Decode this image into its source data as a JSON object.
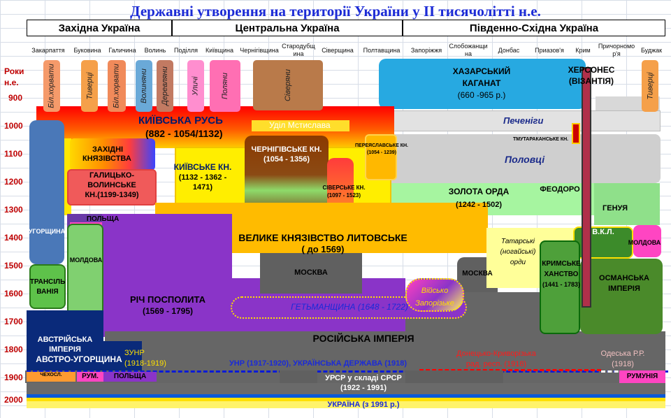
{
  "title": "Державні утворення на території України у ІІ тисячолітті н.е.",
  "regions": {
    "west": "Західна Україна",
    "central": "Центральна Україна",
    "southeast": "Південно-Східна Україна"
  },
  "subregions": [
    "Закарпаття",
    "Буковина",
    "Галичина",
    "Волинь",
    "Поділля",
    "Київщина",
    "Чернігівщина",
    "Стародубщина",
    "Сіверщина",
    "Полтавщина",
    "Запоріжжя",
    "Слобожанщина",
    "Донбас",
    "Приазов'я",
    "Крим",
    "Причорномор'я",
    "Буджак"
  ],
  "axis": {
    "title_line1": "Роки",
    "title_line2": "н.е.",
    "years": [
      "900",
      "1000",
      "1100",
      "1200",
      "1300",
      "1400",
      "1500",
      "1600",
      "1700",
      "1800",
      "1900",
      "2000"
    ]
  },
  "tribes": [
    "Біл.хорвати",
    "Тиверці",
    "Біл.хорвати",
    "Волиняни",
    "Деревляни",
    "Уличі",
    "Поляни",
    "Сіверяни",
    "Тиверці"
  ],
  "labels": {
    "kyiv_rus_1": "КИЇВСЬКА РУСЬ",
    "kyiv_rus_2": "(882 - 1054/1132)",
    "mstyslav": "Уділ Мстислава",
    "khazar_1": "ХАЗАРСЬКИЙ",
    "khazar_2": "КАГАНАТ",
    "khazar_3": "(660 -965 р.)",
    "chersonesus_1": "ХЕРСОНЕС",
    "chersonesus_2": "(ВІЗАНТІЯ)",
    "pechenegs": "Печеніги",
    "tmutarakan": "ТМУТАРАКАНСЬКЕ КН.",
    "polovtsy": "Половці",
    "west_principalities_1": "ЗАХІДНІ",
    "west_principalities_2": "КНЯЗІВСТВА",
    "galicia_1": "ГАЛИЦЬКО-",
    "galicia_2": "ВОЛИНСЬКЕ",
    "galicia_3": "КН.(1199-1349)",
    "kyiv_kn_1": "КИЇВСЬКЕ КН.",
    "kyiv_kn_2": "(1132 - 1362 -",
    "kyiv_kn_3": "1471)",
    "chernihiv_1": "ЧЕРНІГІВСЬКЕ КН.",
    "chernihiv_2": "(1054 - 1356)",
    "pereiaslav_1": "ПЕРЕЯСЛАВСЬКЕ КН.",
    "pereiaslav_2": "(1054 - 1239)",
    "siversk_1": "СІВЕРСЬКЕ КН.",
    "siversk_2": "(1097 - 1523)",
    "golden_horde_1": "ЗОЛОТА ОРДА",
    "golden_horde_2": "(1242 - 1502)",
    "feodoro": "ФЕОДОРО",
    "genoa": "ГЕНУЯ",
    "hungary": "УГОРЩИНА",
    "poland": "ПОЛЬЩА",
    "lithuania_1": "ВЕЛИКЕ КНЯЗІВСТВО ЛИТОВСЬКЕ",
    "lithuania_2": "( до 1569)",
    "vkl": "В.К.Л.",
    "moldova_right": "МОЛДОВА",
    "moldova_left": "МОЛДОВА",
    "tatars_1": "Татарські",
    "tatars_2": "(ногайські)",
    "tatars_3": "орди",
    "moscow_1": "МОСКВА",
    "moscow_2": "МОСКВА",
    "transylvania_1": "ТРАНСІЛЬ",
    "transylvania_2": "ВАНІЯ",
    "crimean_1": "КРИМСЬКЕ",
    "crimean_2": "ХАНСТВО",
    "crimean_3": "(1441 - 1783)",
    "ottoman_1": "ОСМАНСЬКА",
    "ottoman_2": "ІМПЕРІЯ",
    "rp_1": "РІЧ   ПОСПОЛИТА",
    "rp_2": "(1569 - 1795)",
    "hetmanate": "ГЕТЬМАНЩИНА (1648 - 1722)",
    "zaporizhian_1": "Військо",
    "zaporizhian_2": "Запорізьке",
    "russian_empire": "РОСІЙСЬКА   ІМПЕРІЯ",
    "austria_1": "АВСТРІЙСЬКА",
    "austria_2": "ІМПЕРІЯ",
    "austria_3": "АВСТРО-УГОРЩИНА",
    "zunr_1": "ЗУНР",
    "zunr_2": "(1918-1919)",
    "unr": "УНР (1917-1920), УКРАЇНСЬКА ДЕРЖАВА (1918)",
    "donetsk_1": "Донецько-Криворізька",
    "donetsk_2": "рад. респ. (1918)",
    "odesa_1": "Одеська Р.Р.",
    "odesa_2": "(1918)",
    "czechoslovakia": "ЧЕХОСЛ.",
    "romania_left": "РУМ.",
    "poland_2": "ПОЛЬЩА",
    "ussr_1": "УРСР у складі СРСР",
    "ussr_2": "(1922 - 1991)",
    "romania_right": "РУМУНІЯ",
    "ukraine": "УКРАЇНА (з 1991 р.)"
  }
}
